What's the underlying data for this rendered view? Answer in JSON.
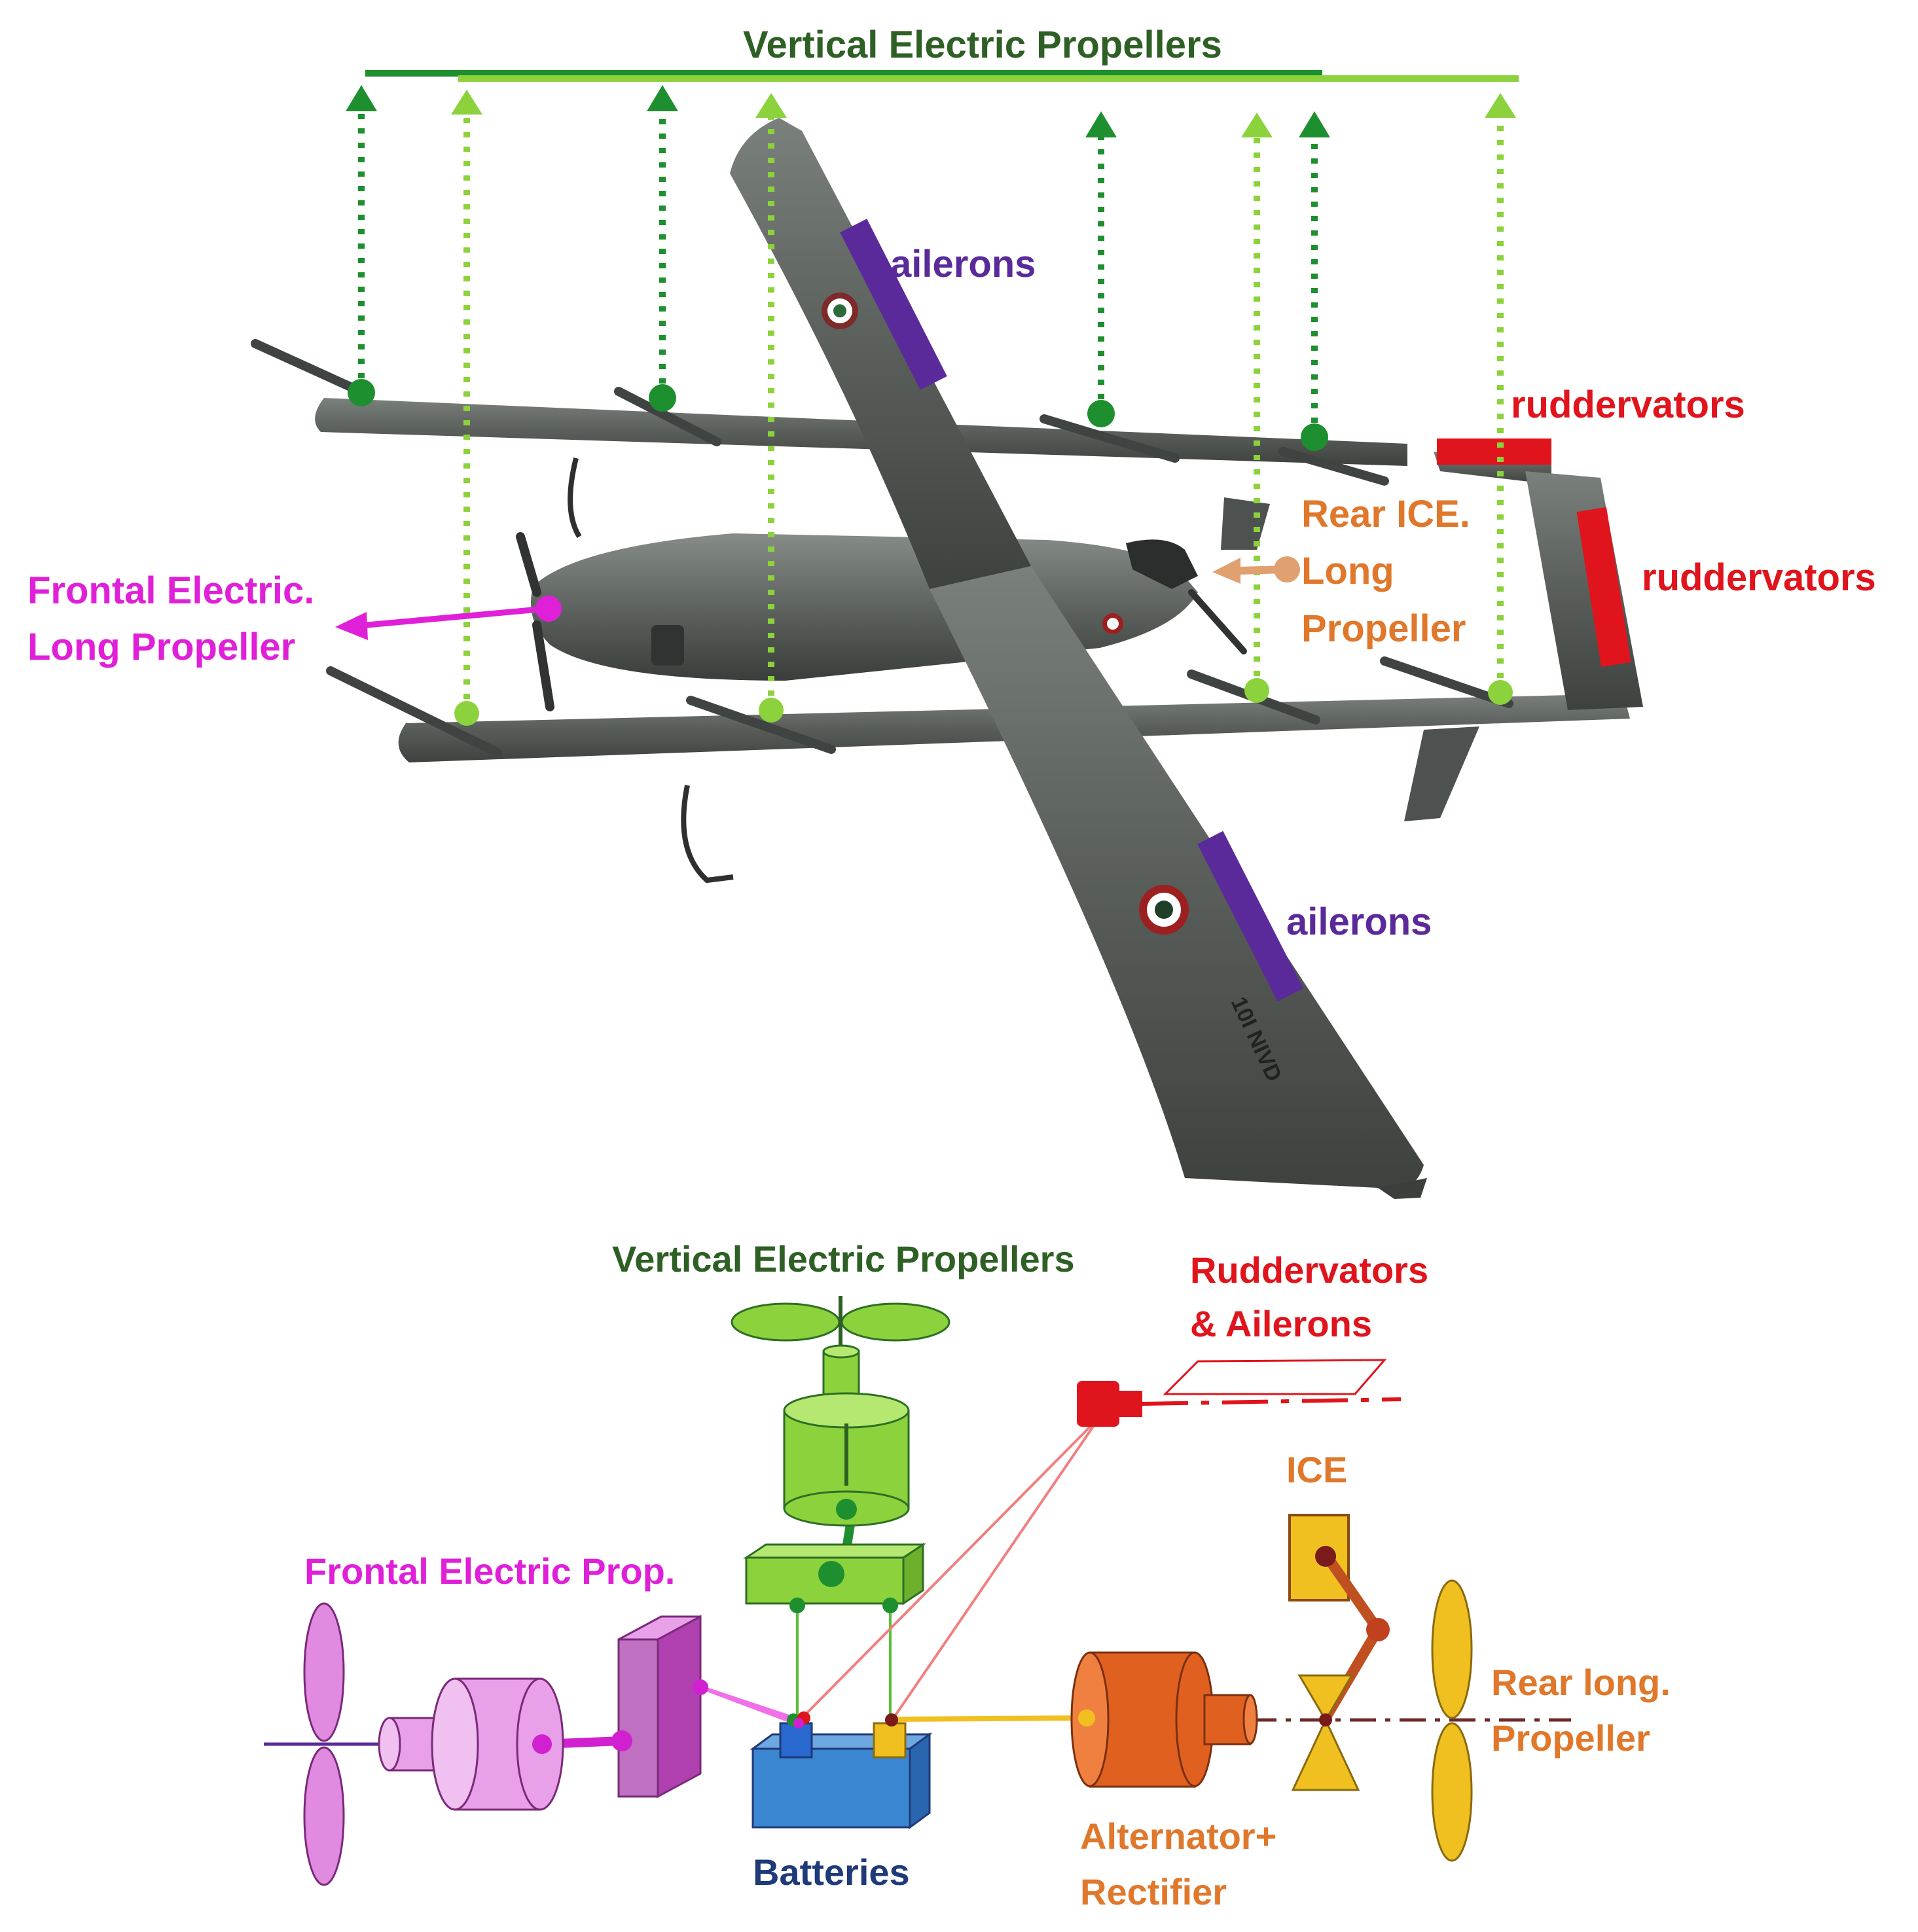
{
  "top_diagram": {
    "title": "Vertical Electric Propellers",
    "ailerons_top": "ailerons",
    "ailerons_bottom": "ailerons",
    "ruddervators_top": "ruddervators",
    "ruddervators_side": "ruddervators",
    "rear_ice_line1": "Rear ICE.",
    "rear_ice_line2": "Long",
    "rear_ice_line3": "Propeller",
    "frontal_line1": "Frontal Electric.",
    "frontal_line2": "Long Propeller",
    "tail_marking": "10I NIVD"
  },
  "bottom_diagram": {
    "vertical_props": "Vertical Electric Propellers",
    "ruddervators_line1": "Ruddervators",
    "ruddervators_line2": "& Ailerons",
    "ice": "ICE",
    "frontal_prop": "Frontal Electric Prop.",
    "rear_line1": "Rear long.",
    "rear_line2": "Propeller",
    "batteries": "Batteries",
    "alternator_line1": "Alternator+",
    "alternator_line2": "Rectifier"
  },
  "colors": {
    "dark_green": "#1e8f2e",
    "light_green": "#8cd23c",
    "title_green": "#2e5f24",
    "purple": "#5b2a9a",
    "red": "#e0141c",
    "orange": "#e0782c",
    "magenta": "#e020d8",
    "navy": "#1f3a78",
    "airframe_gray": "#555a57"
  }
}
